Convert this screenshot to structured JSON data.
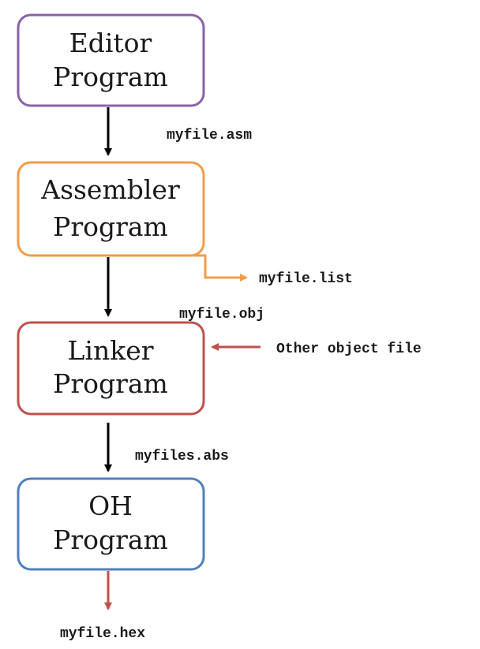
{
  "colors": {
    "editor": "#8a62a8",
    "assembler": "#f39c4a",
    "linker": "#c0504d",
    "oh": "#4f81bd",
    "arrow": "#000000"
  },
  "nodes": {
    "editor": {
      "line1": "Editor",
      "line2": "Program"
    },
    "assembler": {
      "line1": "Assembler",
      "line2": "Program"
    },
    "linker": {
      "line1": "Linker",
      "line2": "Program"
    },
    "oh": {
      "line1": "OH",
      "line2": "Program"
    }
  },
  "files": {
    "asm": "myfile.asm",
    "list": "myfile.list",
    "obj": "myfile.obj",
    "other": "Other object file",
    "abs": "myfiles.abs",
    "hex": "myfile.hex"
  }
}
